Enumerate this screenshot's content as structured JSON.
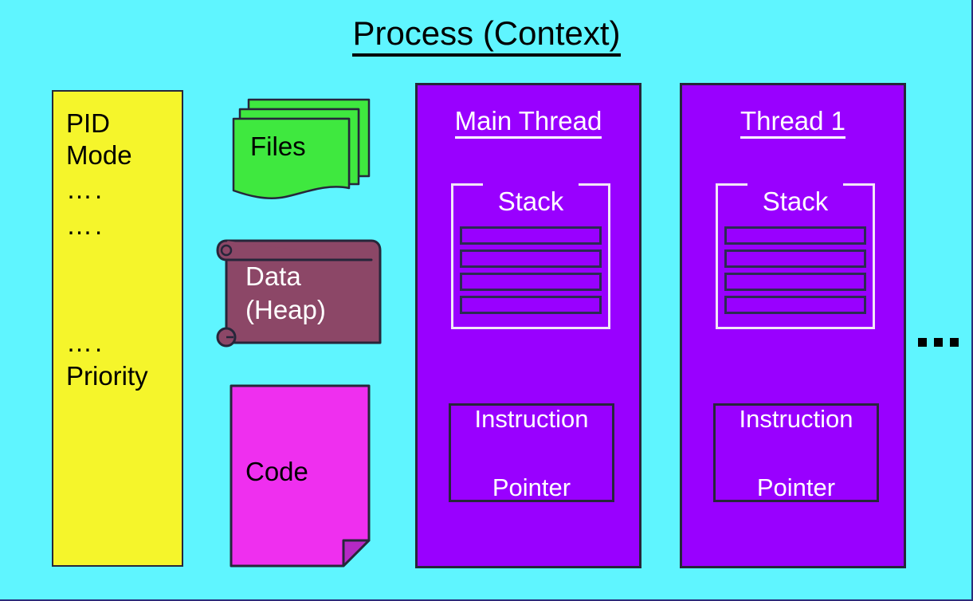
{
  "slide": {
    "title": "Process (Context)",
    "background_color": "#5ff5ff"
  },
  "pcb": {
    "name": "process-control-block",
    "fill_color": "#f5f52b",
    "lines": [
      "PID",
      "Mode",
      "….",
      "…."
    ],
    "lines_lower": [
      "….",
      "Priority"
    ]
  },
  "resources": [
    {
      "id": "files",
      "label": "Files",
      "shape": "stacked-documents",
      "color": "#3fe83f",
      "text_color": "#000000"
    },
    {
      "id": "heap",
      "label": "Data\n(Heap)",
      "label_line1": "Data",
      "label_line2": "(Heap)",
      "shape": "scroll",
      "color": "#8c4767",
      "text_color": "#ffffff"
    },
    {
      "id": "code",
      "label": "Code",
      "shape": "document-folded-corner",
      "color": "#ef2fef",
      "text_color": "#000000"
    }
  ],
  "threads": [
    {
      "id": "main-thread",
      "title": "Main Thread",
      "panel_color": "#9900ff",
      "stack": {
        "label": "Stack",
        "frame_count": 4
      },
      "instruction_pointer": {
        "line1": "Instruction",
        "line2": "Pointer"
      }
    },
    {
      "id": "thread-1",
      "title": "Thread 1",
      "panel_color": "#9900ff",
      "stack": {
        "label": "Stack",
        "frame_count": 4
      },
      "instruction_pointer": {
        "line1": "Instruction",
        "line2": "Pointer"
      }
    }
  ],
  "more_threads": {
    "label": "…",
    "dot_count": 3
  }
}
